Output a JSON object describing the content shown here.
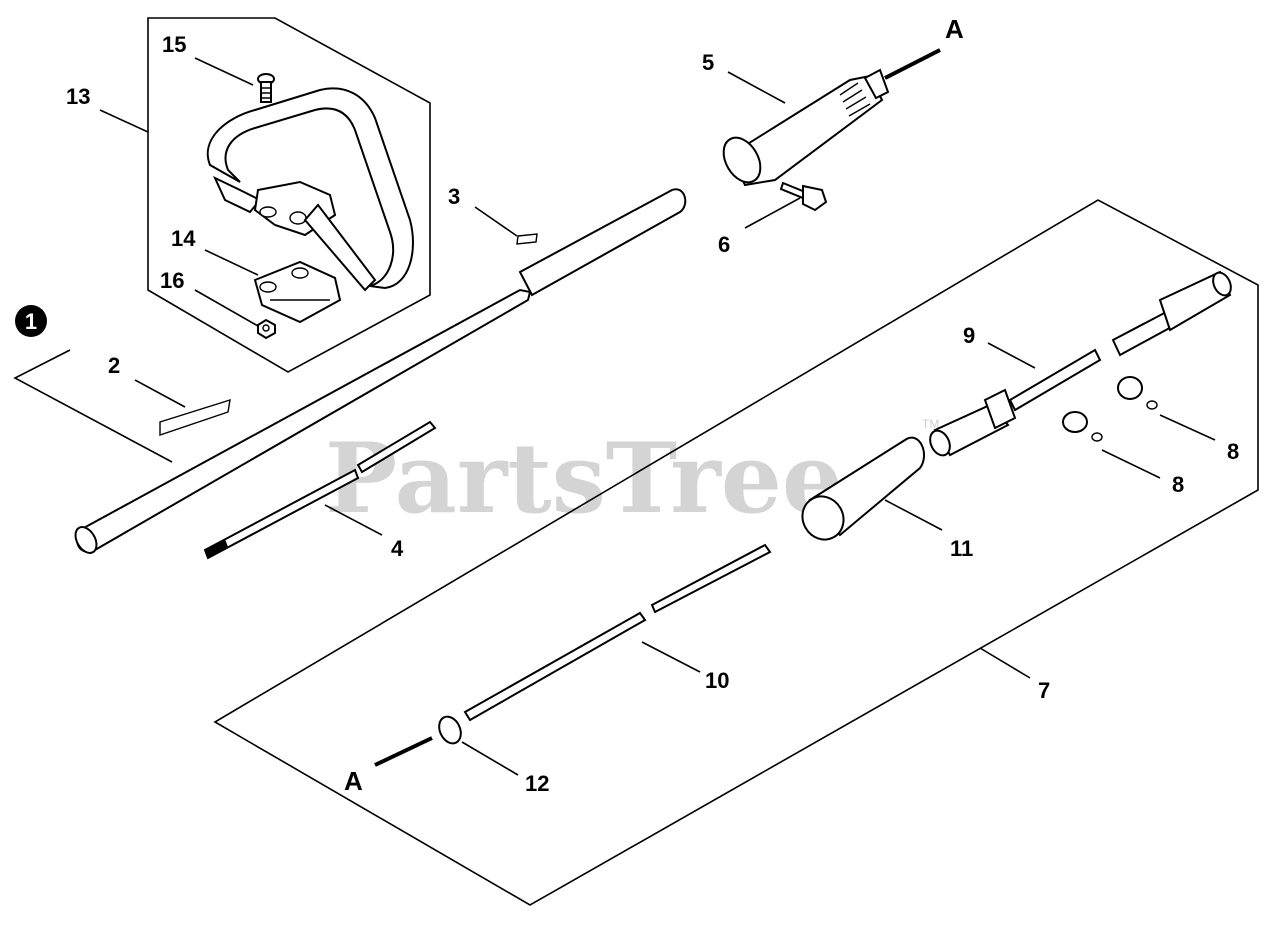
{
  "watermark": {
    "text": "PartsTree",
    "tm": "TM"
  },
  "ref_marker": {
    "number": "1"
  },
  "connector_labels": {
    "top": "A",
    "bottom": "A"
  },
  "callouts": [
    {
      "id": "c15",
      "text": "15"
    },
    {
      "id": "c13",
      "text": "13"
    },
    {
      "id": "c14",
      "text": "14"
    },
    {
      "id": "c16",
      "text": "16"
    },
    {
      "id": "c2",
      "text": "2"
    },
    {
      "id": "c3",
      "text": "3"
    },
    {
      "id": "c4",
      "text": "4"
    },
    {
      "id": "c5",
      "text": "5"
    },
    {
      "id": "c6",
      "text": "6"
    },
    {
      "id": "c7",
      "text": "7"
    },
    {
      "id": "c8a",
      "text": "8"
    },
    {
      "id": "c8b",
      "text": "8"
    },
    {
      "id": "c9",
      "text": "9"
    },
    {
      "id": "c10",
      "text": "10"
    },
    {
      "id": "c11",
      "text": "11"
    },
    {
      "id": "c12",
      "text": "12"
    }
  ]
}
